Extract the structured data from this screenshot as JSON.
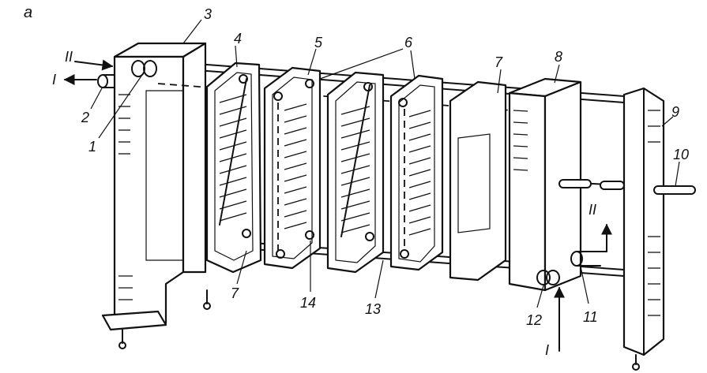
{
  "figure": {
    "panel_label": "a",
    "callouts": {
      "n1": "1",
      "n2": "2",
      "n3": "3",
      "n4": "4",
      "n5": "5",
      "n6": "6",
      "n7_top": "7",
      "n7_bottom": "7",
      "n8": "8",
      "n9": "9",
      "n10": "10",
      "n11": "11",
      "n12": "12",
      "n13": "13",
      "n14": "14"
    },
    "flows": {
      "inlet_II_top": "II",
      "outlet_I_top": "I",
      "outlet_II_right": "II",
      "inlet_I_bottom": "I"
    }
  }
}
